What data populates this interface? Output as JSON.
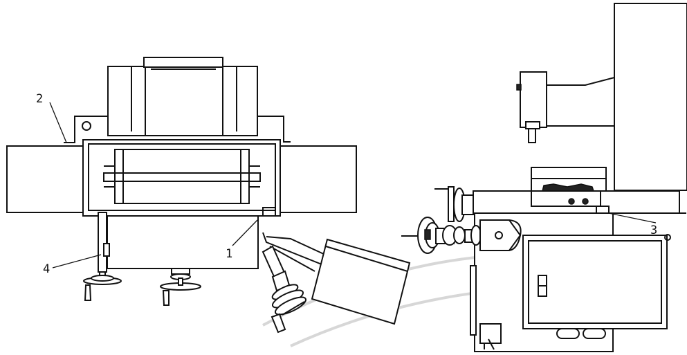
{
  "callouts": {
    "c1": "1",
    "c2": "2",
    "c3": "3",
    "c4": "4"
  },
  "colors": {
    "line": "#111111",
    "watermark": "#d7d7d7"
  }
}
